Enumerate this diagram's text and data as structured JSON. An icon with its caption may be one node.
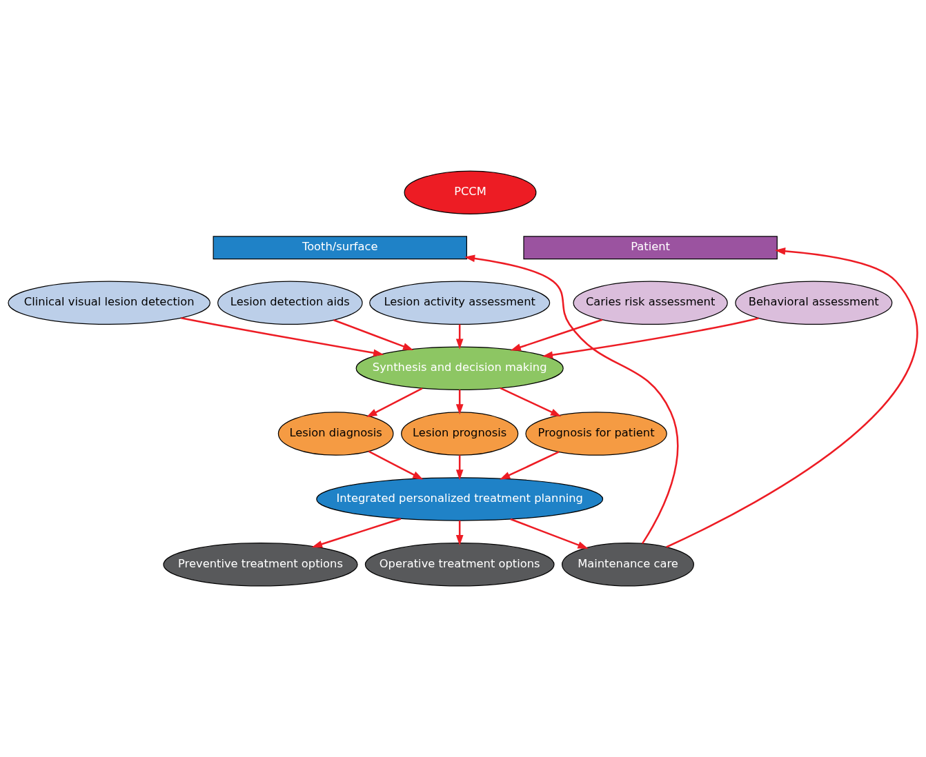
{
  "diagram": {
    "nodes": [
      {
        "text": [
          "PCCM"
        ]
      },
      {
        "text": [
          "Tooth/surface"
        ]
      },
      {
        "text": [
          "Patient"
        ]
      },
      {
        "text": [
          "Clinical visual lesion detection"
        ]
      },
      {
        "text": [
          "Lesion detection aids"
        ]
      },
      {
        "text": [
          "Lesion activity assessment"
        ]
      },
      {
        "text": [
          "Caries risk assessment"
        ]
      },
      {
        "text": [
          "Behavioral assessment"
        ]
      },
      {
        "text": [
          "Synthesis and decision making"
        ]
      },
      {
        "text": [
          "Lesion diagnosis"
        ]
      },
      {
        "text": [
          "Lesion prognosis"
        ]
      },
      {
        "text": [
          "Prognosis for patient"
        ]
      },
      {
        "text": [
          "Integrated personalized treatment planning"
        ]
      },
      {
        "text": [
          "Preventive treatment options"
        ]
      },
      {
        "text": [
          "Operative treatment options"
        ]
      },
      {
        "text": [
          "Maintenance care"
        ]
      }
    ],
    "edges": [
      {
        "from": 15,
        "to": 1,
        "arrow": "to"
      },
      {
        "from": 15,
        "to": 2,
        "arrow": "to"
      },
      {
        "from": 3,
        "to": 8,
        "arrow": "to"
      },
      {
        "from": 4,
        "to": 8,
        "arrow": "to"
      },
      {
        "from": 5,
        "to": 8,
        "arrow": "to"
      },
      {
        "from": 6,
        "to": 8,
        "arrow": "to"
      },
      {
        "from": 7,
        "to": 8,
        "arrow": "to"
      },
      {
        "from": 8,
        "to": 9,
        "arrow": "to"
      },
      {
        "from": 8,
        "to": 10,
        "arrow": "to"
      },
      {
        "from": 8,
        "to": 11,
        "arrow": "to"
      },
      {
        "from": 9,
        "to": 12,
        "arrow": "to"
      },
      {
        "from": 10,
        "to": 12,
        "arrow": "to"
      },
      {
        "from": 11,
        "to": 12,
        "arrow": "to"
      },
      {
        "from": 12,
        "to": 13,
        "arrow": "to"
      },
      {
        "from": 12,
        "to": 14,
        "arrow": "to"
      },
      {
        "from": 12,
        "to": 15,
        "arrow": "to"
      }
    ]
  }
}
